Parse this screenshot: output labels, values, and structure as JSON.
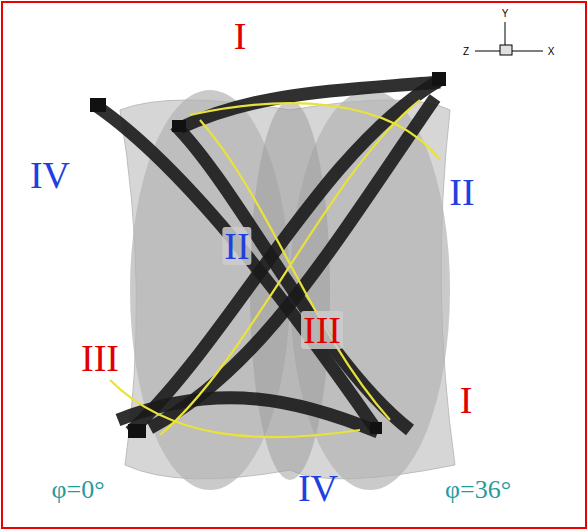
{
  "diagram": {
    "labels": [
      "I",
      "IV",
      "II",
      "II",
      "III",
      "III",
      "I",
      "IV",
      "φ=0°",
      "φ=36°",
      "Y",
      "Z",
      "X"
    ]
  }
}
